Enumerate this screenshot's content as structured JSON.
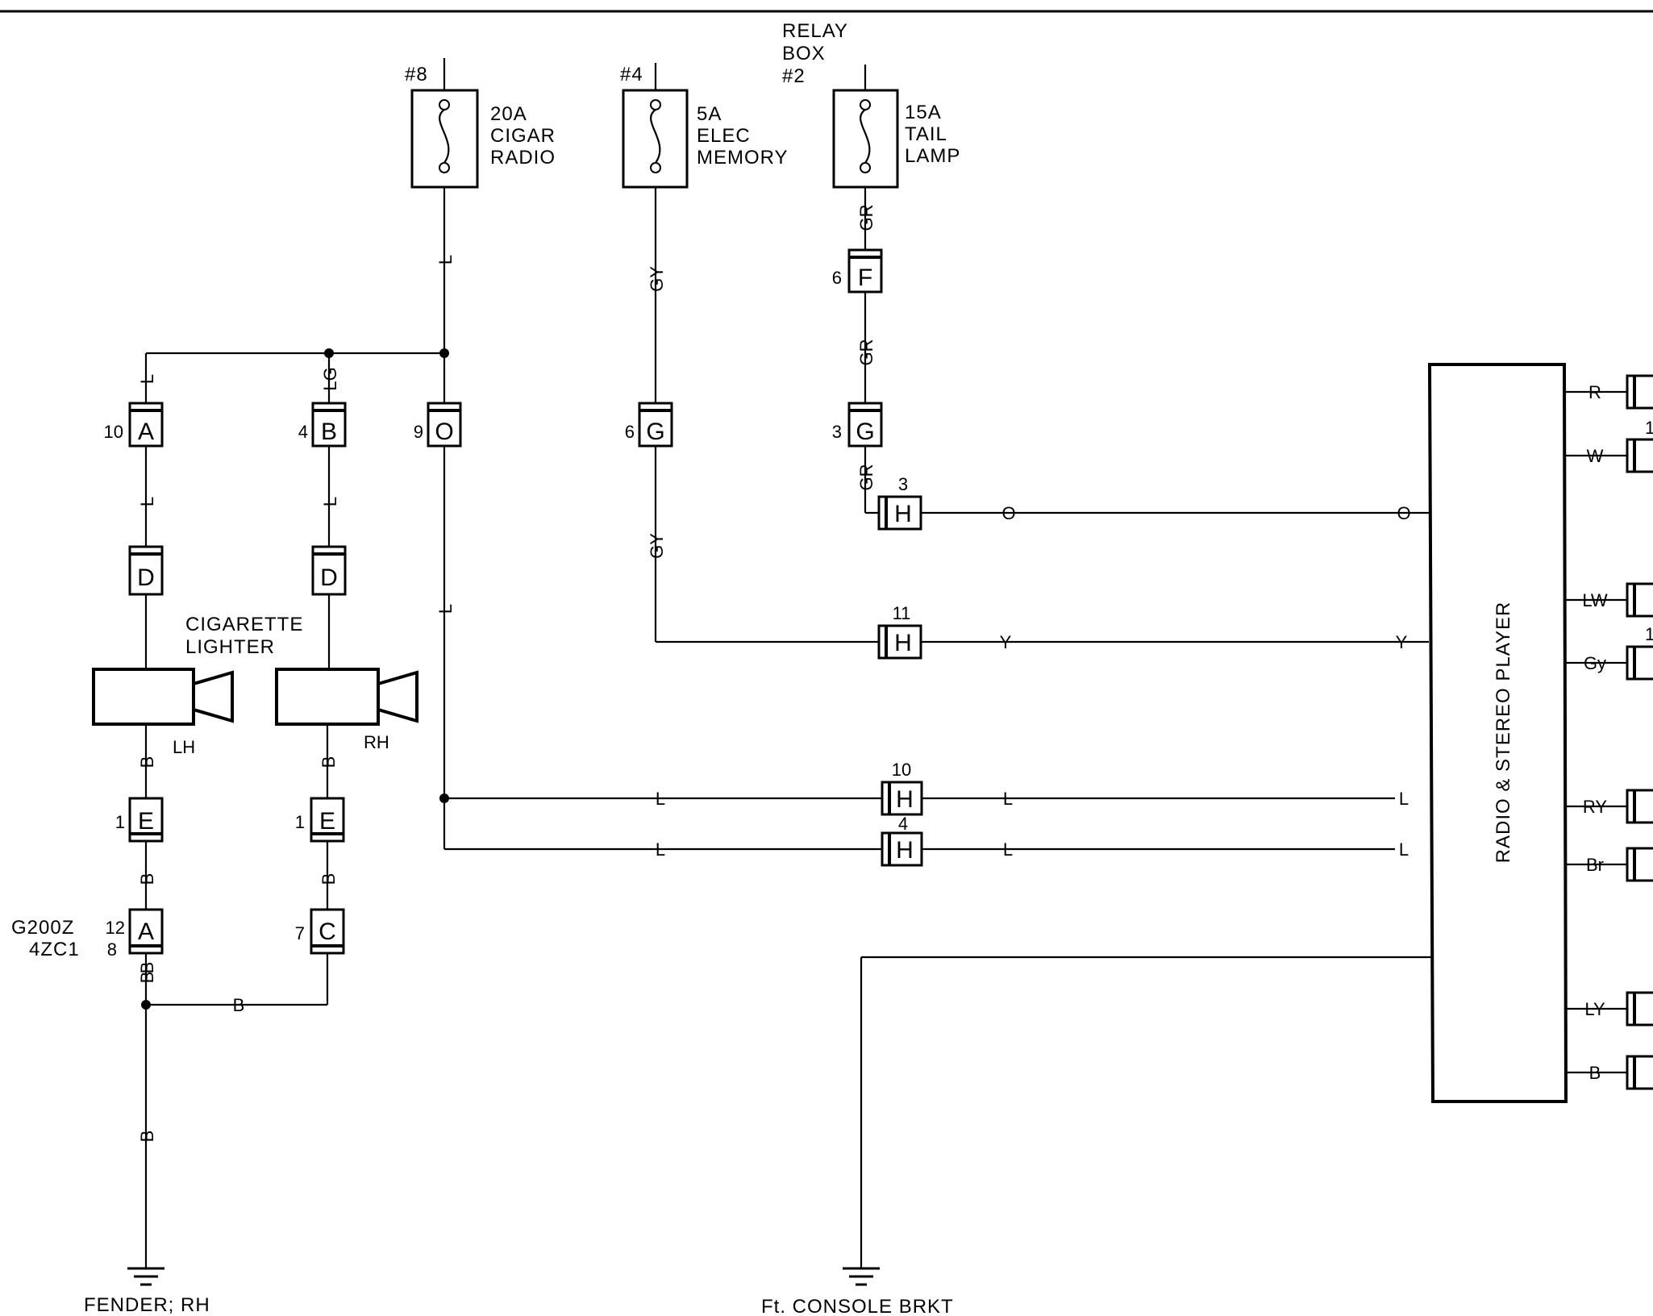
{
  "fuses": {
    "f8": {
      "slot": "#8",
      "rating": "20A",
      "name1": "CIGAR",
      "name2": "RADIO"
    },
    "f4": {
      "slot": "#4",
      "rating": "5A",
      "name1": "ELEC",
      "name2": "MEMORY"
    },
    "fr": {
      "rating": "15A",
      "name1": "TAIL",
      "name2": "LAMP"
    }
  },
  "relay_box": {
    "line1": "RELAY",
    "line2": "BOX",
    "line3": "#2"
  },
  "connectors": {
    "a10": {
      "pin": "10",
      "letter": "A"
    },
    "b4": {
      "pin": "4",
      "letter": "B"
    },
    "o9": {
      "pin": "9",
      "letter": "O"
    },
    "g6": {
      "pin": "6",
      "letter": "G"
    },
    "f6": {
      "pin": "6",
      "letter": "F"
    },
    "g3": {
      "pin": "3",
      "letter": "G"
    },
    "d_lh": {
      "letter": "D"
    },
    "d_rh": {
      "letter": "D"
    },
    "e_lh": {
      "pin": "1",
      "letter": "E"
    },
    "e_rh": {
      "pin": "1",
      "letter": "E"
    },
    "a12": {
      "pin1": "12",
      "pin2": "8",
      "letter": "A"
    },
    "c7": {
      "pin": "7",
      "letter": "C"
    },
    "h3": {
      "pin": "3",
      "letter": "H"
    },
    "h11": {
      "pin": "11",
      "letter": "H"
    },
    "h10": {
      "pin": "10",
      "letter": "H"
    },
    "h4": {
      "pin": "4",
      "letter": "H"
    }
  },
  "wire_labels": {
    "l": "L",
    "lg": "LG",
    "gy": "GY",
    "gr": "GR",
    "b": "B",
    "o": "O",
    "y": "Y",
    "r": "R",
    "w": "W",
    "lw": "LW",
    "gy_mixed": "Gy",
    "ry": "RY",
    "br": "Br",
    "ly": "LY"
  },
  "cig_lighter": {
    "line1": "CIGARETTE",
    "line2": "LIGHTER",
    "lh": "LH",
    "rh": "RH"
  },
  "ground_code": {
    "line1": "G200Z",
    "line2": "4ZC1"
  },
  "radio": {
    "label": "RADIO & STEREO PLAYER"
  },
  "right_edge": {
    "pin_a": "1",
    "pin_b": "1"
  },
  "grounds": {
    "left": "FENDER; RH",
    "right": "Ft. CONSOLE BRKT"
  }
}
